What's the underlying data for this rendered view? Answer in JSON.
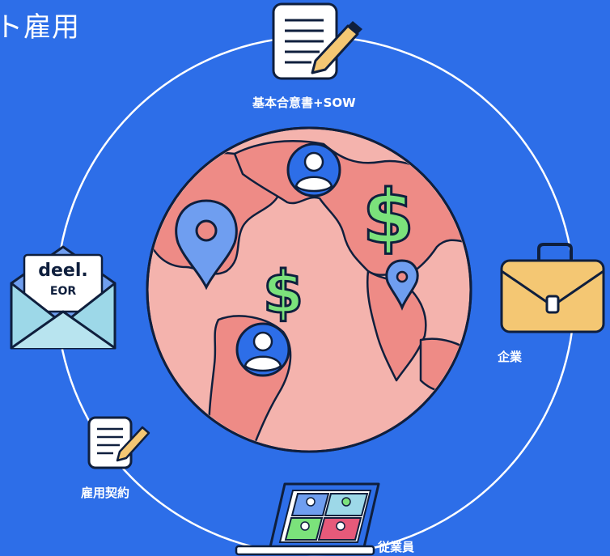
{
  "title": "ト雇用",
  "labels": {
    "agreement": "基本合意書+SOW",
    "company": "企業",
    "contract": "雇用契約",
    "employee": "従業員"
  },
  "envelope": {
    "brand": "deel.",
    "sub": "EOR"
  },
  "globe": {
    "currency_symbol": "$"
  },
  "colors": {
    "background": "#2d6ee8",
    "ocean": "#f4b3ad",
    "land": "#ee8b86",
    "outline": "#0f1f3d",
    "dollar": "#7be27b",
    "pin": "#6f9ef0",
    "briefcase": "#f4c773",
    "envelope": "#9dd8e8"
  }
}
